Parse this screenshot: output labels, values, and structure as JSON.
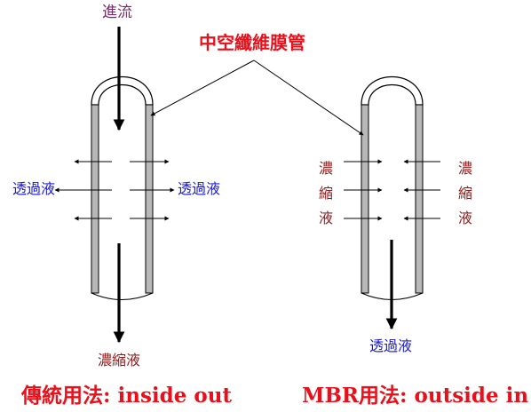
{
  "labels": {
    "inflow": "進流",
    "hollow_fiber": "中空纖維膜管",
    "permeate_left": "透過液",
    "permeate_right": "透過液",
    "concentrate_out": "濃縮液",
    "permeate_out": "透過液",
    "concentrate_left_chars": [
      "濃",
      "縮",
      "液"
    ],
    "concentrate_right_chars": [
      "濃",
      "縮",
      "液"
    ]
  },
  "captions": {
    "left": "傳統用法: inside out",
    "right": "MBR用法: outside in"
  },
  "colors": {
    "red": "#e8101a",
    "blue": "#1a1ad0",
    "dark_red": "#8a1a1a",
    "purple": "#7a2a6a",
    "tube_wall": "#b8b8b8"
  }
}
